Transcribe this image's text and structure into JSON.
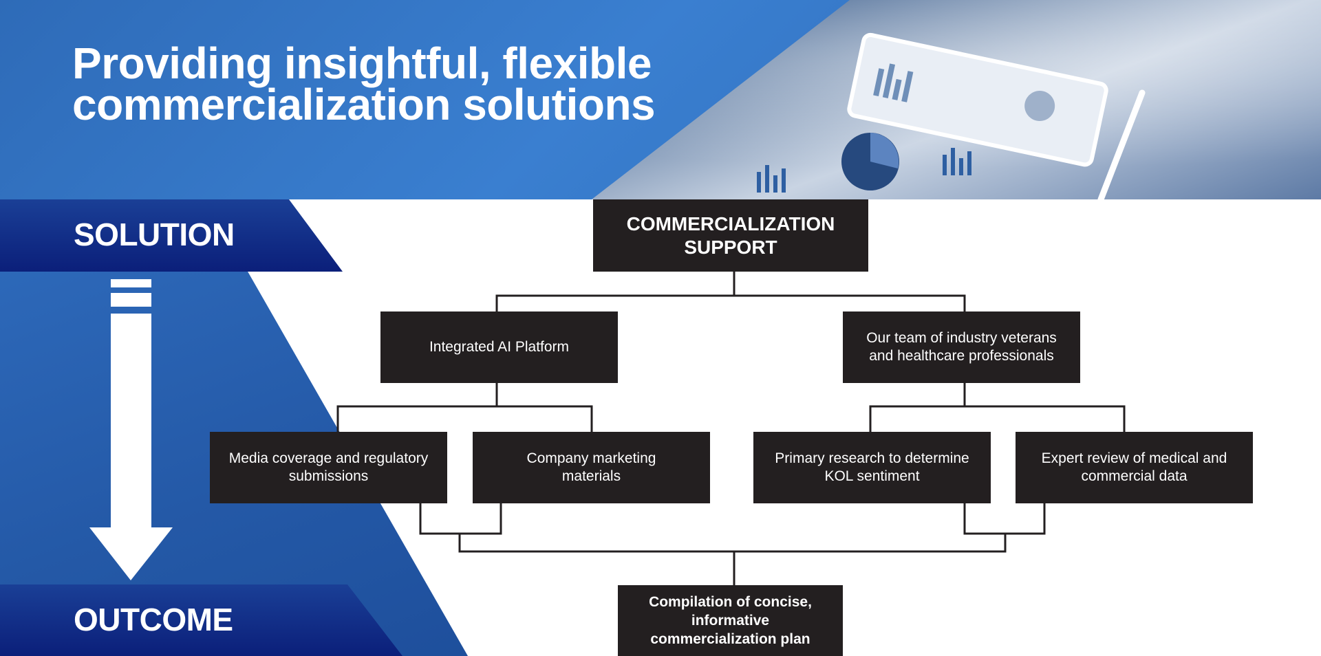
{
  "header": {
    "title": "Providing insightful, flexible commercialization solutions"
  },
  "side": {
    "solution_label": "SOLUTION",
    "outcome_label": "OUTCOME"
  },
  "diagram": {
    "root": "COMMERCIALIZATION SUPPORT",
    "branches": {
      "ai": "Integrated AI Platform",
      "team": "Our team of industry veterans and healthcare professionals"
    },
    "leaves": {
      "media": "Media coverage and regulatory submissions",
      "marketing": "Company marketing materials",
      "primary": "Primary research to determine KOL sentiment",
      "expert": "Expert review of medical and commercial data"
    },
    "outcome": "Compilation of concise, informative commercialization plan"
  },
  "colors": {
    "hero_blue": "#2e6bb8",
    "band_navy": "#0b1f7a",
    "node_fill": "#231f20",
    "connector": "#231f20"
  }
}
